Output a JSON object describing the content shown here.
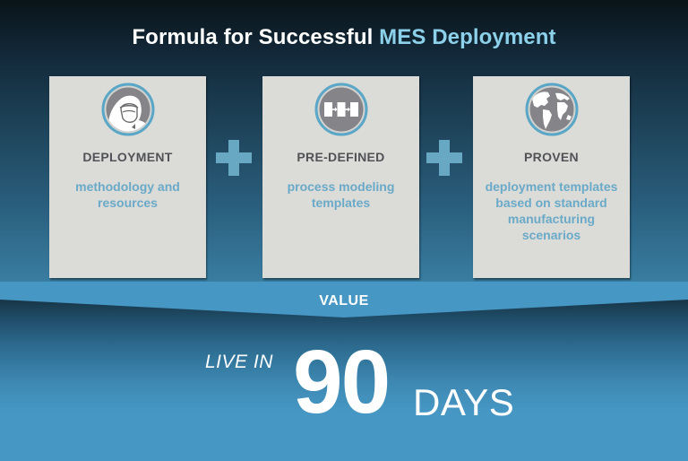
{
  "title": {
    "prefix": "Formula for Successful",
    "accent": "MES Deployment"
  },
  "colors": {
    "accent_text": "#8cd0ea",
    "card_bg": "#dbdbd8",
    "card_heading": "#505256",
    "card_desc": "#6aaac8",
    "plus": "#68a8c3",
    "band": "#4697c4",
    "icon_ring": "#5aa6c6",
    "icon_fill": "#8a8a8e"
  },
  "cards": [
    {
      "icon": "worker-mask-icon",
      "heading": "DEPLOYMENT",
      "description": "methodology and resources"
    },
    {
      "icon": "process-flow-icon",
      "heading": "PRE-DEFINED",
      "description": "process modeling templates"
    },
    {
      "icon": "globe-icon",
      "heading": "PROVEN",
      "description": "deployment templates based on standard manufacturing scenarios"
    }
  ],
  "operators": [
    "+",
    "+"
  ],
  "value_band": {
    "label": "VALUE"
  },
  "result": {
    "prefix": "LIVE IN",
    "number": "90",
    "unit": "DAYS"
  }
}
